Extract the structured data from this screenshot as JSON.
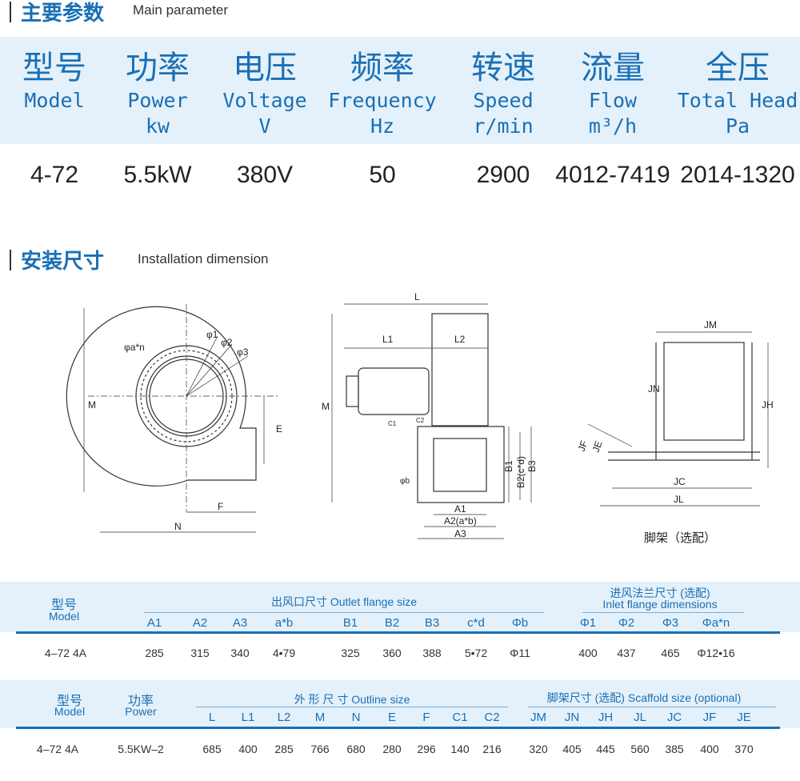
{
  "section1": {
    "title_cn": "主要参数",
    "title_en": "Main parameter"
  },
  "params": {
    "headers": [
      {
        "cn": "型号",
        "en": "Model",
        "unit": ""
      },
      {
        "cn": "功率",
        "en": "Power",
        "unit": "kw"
      },
      {
        "cn": "电压",
        "en": "Voltage",
        "unit": "V"
      },
      {
        "cn": "频率",
        "en": "Frequency",
        "unit": "Hz"
      },
      {
        "cn": "转速",
        "en": "Speed",
        "unit": "r/min"
      },
      {
        "cn": "流量",
        "en": "Flow",
        "unit": "m³/h"
      },
      {
        "cn": "全压",
        "en": "Total Head",
        "unit": "Pa"
      }
    ],
    "values": [
      "4-72",
      "5.5kW",
      "380V",
      "50",
      "2900",
      "4012-7419",
      "2014-1320"
    ]
  },
  "section2": {
    "title_cn": "安装尺寸",
    "title_en": "Installation dimension"
  },
  "drawings": {
    "side": {
      "phi_an": "φa*n",
      "phi1": "φ1",
      "phi2": "φ2",
      "phi3": "φ3",
      "M": "M",
      "E": "E",
      "F": "F",
      "N": "N"
    },
    "front": {
      "L": "L",
      "L1": "L1",
      "L2": "L2",
      "M": "M",
      "C1": "C1",
      "C2": "C2",
      "phib": "φb",
      "B1": "B1",
      "B2": "B2(c*d)",
      "B3": "B3",
      "A1": "A1",
      "A2": "A2(a*b)",
      "A3": "A3"
    },
    "stand": {
      "JM": "JM",
      "JN": "JN",
      "JH": "JH",
      "JF": "JF",
      "JE": "JE",
      "JC": "JC",
      "JL": "JL",
      "caption": "脚架（选配）"
    }
  },
  "table1": {
    "model_cn": "型号",
    "model_en": "Model",
    "outlet_title": "出风口尺寸  Outlet flange size",
    "inlet_title_cn": "进风法兰尺寸 (选配)",
    "inlet_title_en": "Inlet flange dimensions",
    "columns": [
      "A1",
      "A2",
      "A3",
      "a*b",
      "B1",
      "B2",
      "B3",
      "c*d",
      "Φb",
      "Φ1",
      "Φ2",
      "Φ3",
      "Φa*n"
    ],
    "row": {
      "model": "4–72 4A",
      "values": [
        "285",
        "315",
        "340",
        "4•79",
        "325",
        "360",
        "388",
        "5•72",
        "Φ11",
        "400",
        "437",
        "465",
        "Φ12•16"
      ]
    }
  },
  "table2": {
    "model_cn": "型号",
    "model_en": "Model",
    "power_cn": "功率",
    "power_en": "Power",
    "outline_title": "外 形 尺 寸  Outline size",
    "scaffold_title": "脚架尺寸 (选配) Scaffold size (optional)",
    "columns": [
      "L",
      "L1",
      "L2",
      "M",
      "N",
      "E",
      "F",
      "C1",
      "C2",
      "JM",
      "JN",
      "JH",
      "JL",
      "JC",
      "JF",
      "JE"
    ],
    "row": {
      "model": "4–72 4A",
      "power": "5.5KW–2",
      "values": [
        "685",
        "400",
        "285",
        "766",
        "680",
        "280",
        "296",
        "140",
        "216",
        "320",
        "405",
        "445",
        "560",
        "385",
        "400",
        "370"
      ]
    }
  }
}
